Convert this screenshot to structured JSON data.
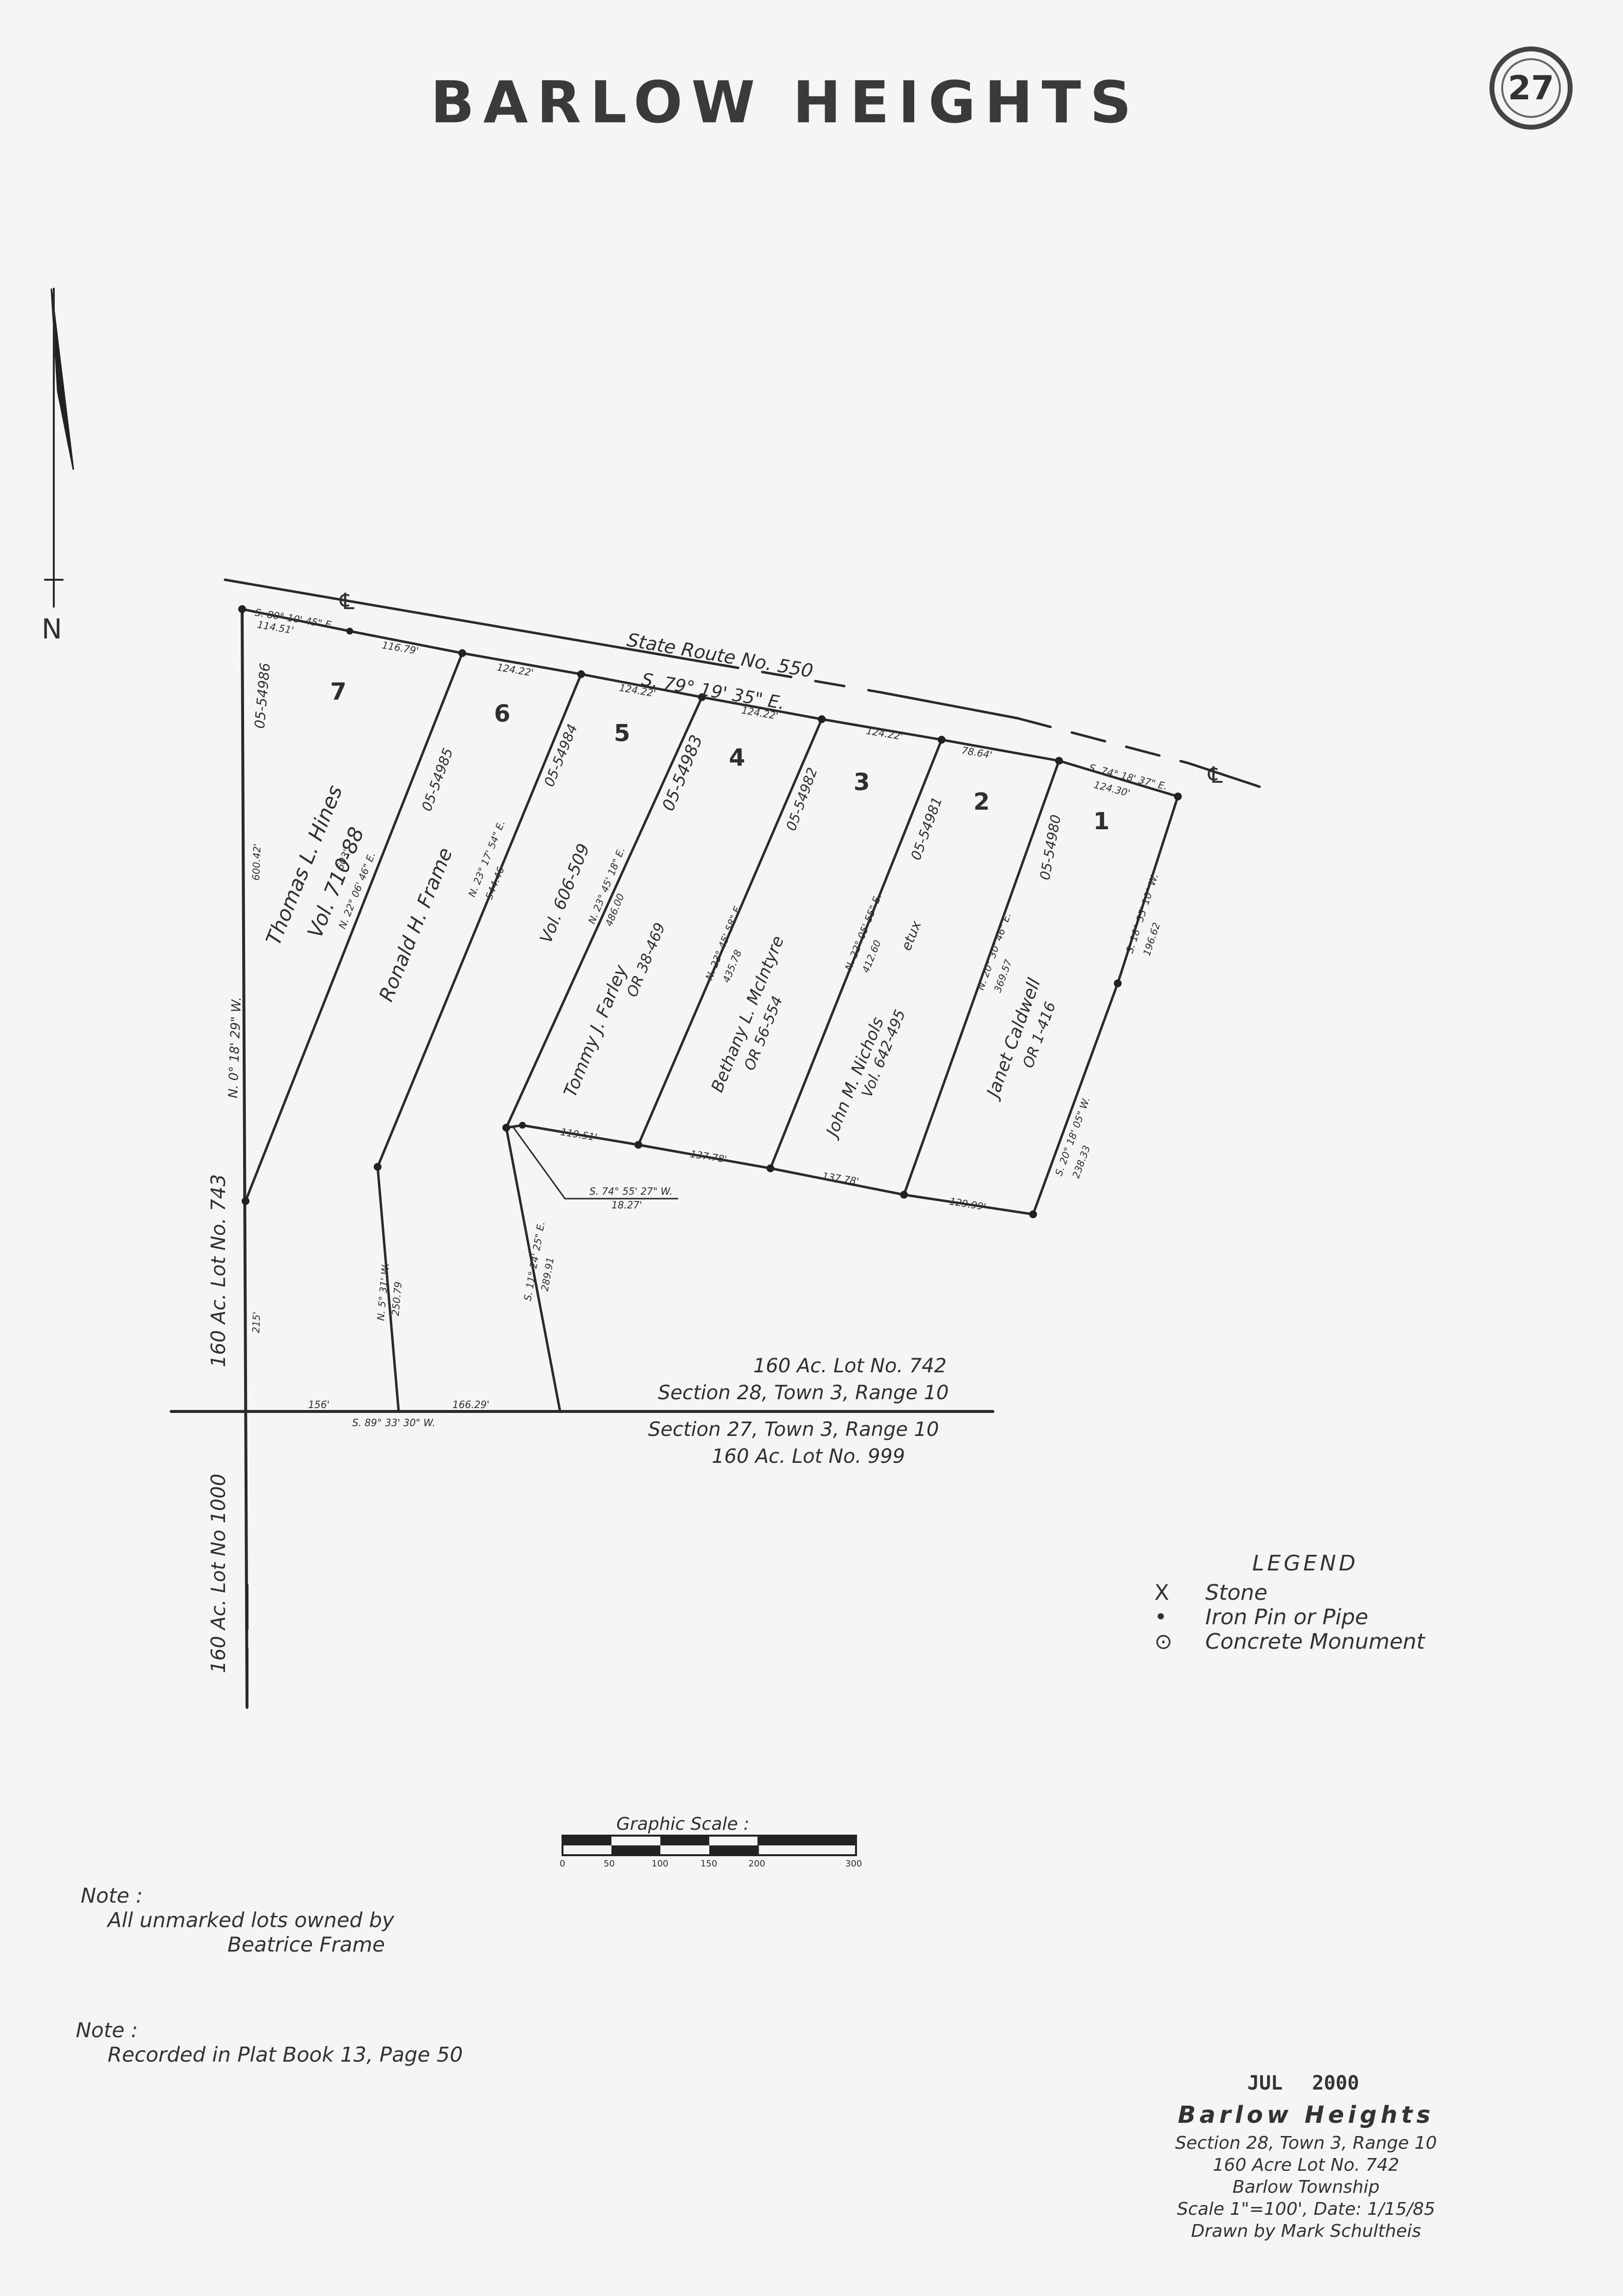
{
  "title": "BARLOW HEIGHTS",
  "page_number": "27",
  "north_label": "N",
  "road": {
    "name": "State Route No. 550",
    "bearing_main": "S. 79° 19' 35\" E.",
    "bearing_west": "S. 80° 10' 45\" E.",
    "bearing_east": "S. 74° 18' 37\" E.",
    "centerline_symbol": "℄",
    "segments": [
      "114.51'",
      "116.79'",
      "124.22'",
      "124.22'",
      "124.22'",
      "124.22'",
      "78.64'",
      "124.30'"
    ]
  },
  "lots": [
    {
      "number": "7",
      "parcel": "05-54986",
      "owner": "Thomas L. Hines",
      "record": "Vol. 710-88"
    },
    {
      "number": "6",
      "parcel": "05-54985",
      "owner": "Ronald H. Frame",
      "record": ""
    },
    {
      "number": "5",
      "parcel": "05-54984",
      "owner": "Tommy J. Farley",
      "record": "OR 38-469",
      "record2": "Vol. 606-509"
    },
    {
      "number": "4",
      "parcel": "05-54983",
      "owner": "Bethany L. McIntyre",
      "record": "OR 56-554"
    },
    {
      "number": "3",
      "parcel": "05-54982",
      "owner": "John M. Nichols",
      "record": "Vol. 642-495",
      "suffix": "etux"
    },
    {
      "number": "2",
      "parcel": "05-54981",
      "owner": "Janet Caldwell",
      "record": "OR 1-416"
    },
    {
      "number": "1",
      "parcel": "05-54980",
      "owner": "",
      "record": ""
    }
  ],
  "bearings": {
    "west_line": "N. 0° 18' 29\" W.",
    "west_dist": "600.42'",
    "west_south_dist": "215'",
    "l7_6": "N. 22° 06' 46\" E.",
    "l7_6_dist": "603'",
    "l6_5": "N. 23° 17' 54\" E.",
    "l6_5_dist": "544.46",
    "l5_4": "N. 23° 45' 18\" E.",
    "l5_4_dist": "486.00",
    "l4_3": "N. 23° 45' 58\" E.",
    "l4_3_dist": "435.78",
    "l3_2": "N. 22° 05' 55\" E.",
    "l3_2_dist": "412.60",
    "l2_1": "N. 20° 30' 46\" E.",
    "l2_1_dist": "369.57",
    "east_upper": "S. 18° 55' 10\" W.",
    "east_upper_dist": "196.62",
    "east_lower": "S. 20° 18' 05\" W.",
    "east_lower_dist": "238.33",
    "rear_segments": [
      "119.51'",
      "137.78'",
      "137.78'",
      "129.99'"
    ],
    "jog": "S. 74° 55' 27\" W.",
    "jog_dist": "18.27'",
    "south_a": "N. 5° 31' W.",
    "south_a_dist": "250.79",
    "south_b": "S. 11° 24' 25\" E.",
    "south_b_dist": "289.91",
    "bottom": "S. 89° 33' 30\" W.",
    "bottom_segments": [
      "156'",
      "166.29'"
    ]
  },
  "section_labels": {
    "lot742": "160 Ac. Lot No. 742",
    "sec28": "Section 28, Town 3, Range 10",
    "sec27": "Section 27, Town 3, Range 10",
    "lot999": "160 Ac. Lot No. 999",
    "lot743": "160 Ac. Lot No. 743",
    "lot1000": "160 Ac. Lot No 1000"
  },
  "legend": {
    "title": "LEGEND",
    "items": [
      {
        "symbol": "X",
        "label": "Stone"
      },
      {
        "symbol": "•",
        "label": "Iron Pin or Pipe"
      },
      {
        "symbol": "⊙",
        "label": "Concrete Monument"
      }
    ]
  },
  "scale": {
    "title": "Graphic Scale :",
    "ticks": [
      "0",
      "50",
      "100",
      "150",
      "200",
      "300"
    ]
  },
  "notes": [
    {
      "heading": "Note :",
      "lines": [
        "All unmarked lots owned by",
        "Beatrice Frame"
      ]
    },
    {
      "heading": "Note :",
      "lines": [
        "Recorded in Plat Book 13, Page 50"
      ]
    }
  ],
  "stamp": {
    "month": "JUL",
    "year": "2000"
  },
  "title_block": {
    "name": "Barlow Heights",
    "lines": [
      "Section 28, Town 3, Range 10",
      "160 Acre Lot No. 742",
      "Barlow Township",
      "Scale 1\"=100', Date: 1/15/85",
      "Drawn by Mark Schultheis"
    ]
  }
}
